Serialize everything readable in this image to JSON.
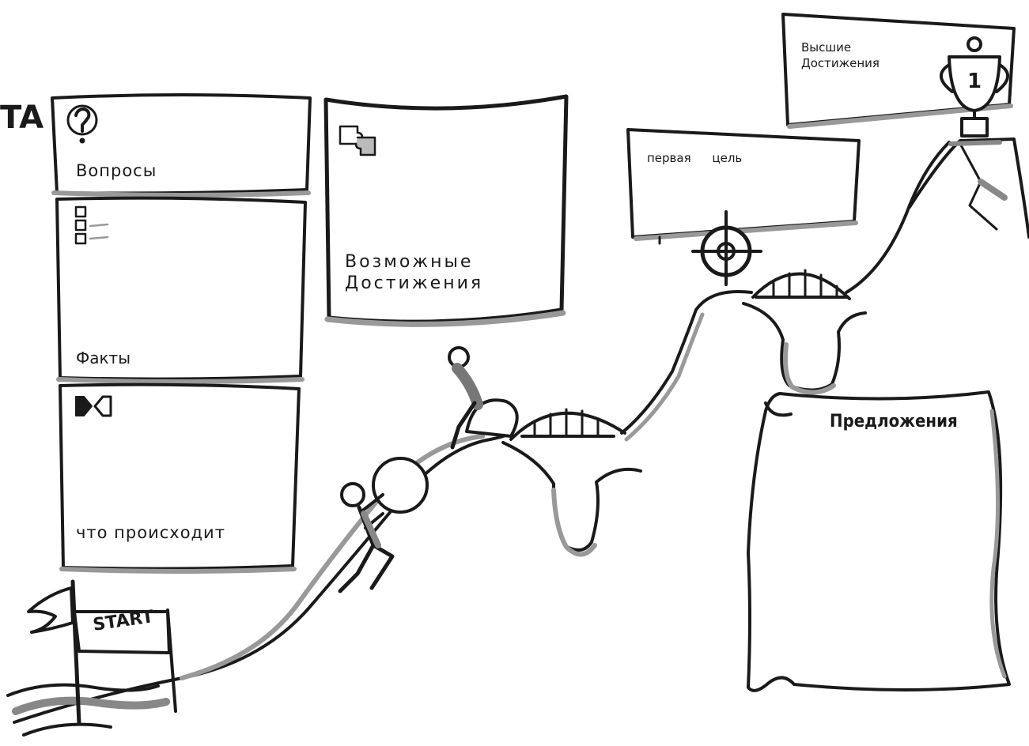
{
  "title_fragment": "TA",
  "boards": {
    "questions": {
      "label": "Вопросы",
      "icon": "question-mark-icon"
    },
    "facts": {
      "label": "Факты",
      "icon": "checklist-icon"
    },
    "happening": {
      "label": "что происходит",
      "icon": "arrows-icon"
    },
    "possible_achievements": {
      "label": "Возможные\nДостижения",
      "icon": "puzzle-icon"
    },
    "first_goal": {
      "label": "первая цель",
      "icon": "target-icon"
    },
    "highest_achievements": {
      "label": "Высшие\nДостижения",
      "icon": "trophy-icon"
    },
    "proposals": {
      "label": "Предложения"
    }
  },
  "start_flag": {
    "label": "START",
    "icon": "flag-icon"
  },
  "trophy_rank": "1",
  "colors": {
    "ink": "#1a1a1a",
    "shade": "#9a9a9a",
    "paper": "#ffffff"
  }
}
